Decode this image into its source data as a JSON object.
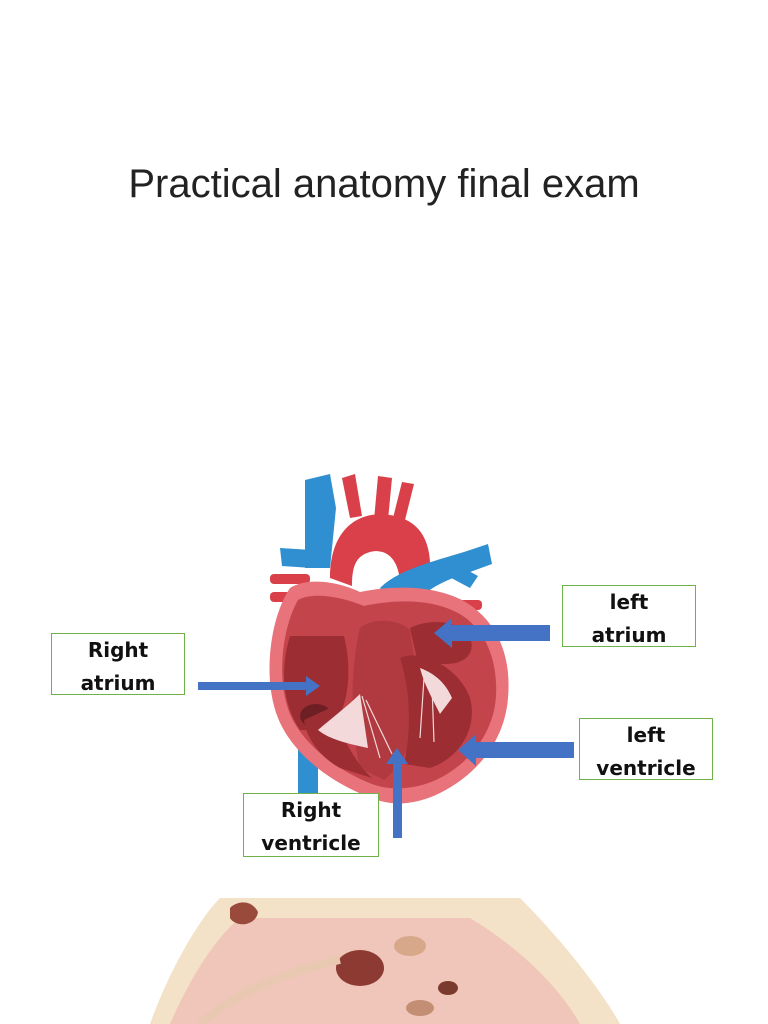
{
  "slide": {
    "title": "Practical anatomy final exam"
  },
  "labels": {
    "right_atrium": [
      "Right",
      "atrium"
    ],
    "left_atrium": [
      "left",
      "atrium"
    ],
    "left_ventricle": [
      "left",
      "ventricle"
    ],
    "right_ventricle": [
      "Right",
      "ventricle"
    ]
  },
  "colors": {
    "label_border": "#6fb24a",
    "arrow": "#4472c4",
    "heart_red": "#d9404a",
    "vessel_blue": "#2f8fd0",
    "chamber_dark": "#9c2e33"
  }
}
